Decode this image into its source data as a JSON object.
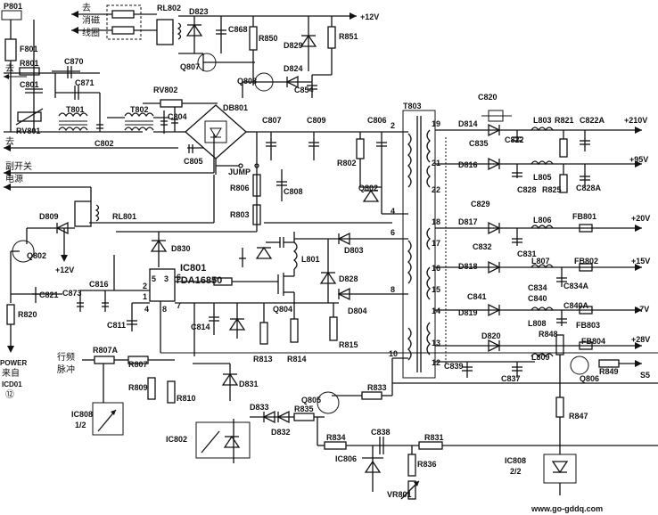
{
  "labels": {
    "P801": "P801",
    "F801": "F801",
    "R801": "R801",
    "C801": "C801",
    "RV801": "RV801",
    "C870": "C870",
    "C871": "C871",
    "T801": "T801",
    "C802": "C802",
    "T802": "T802",
    "RL802": "RL802",
    "D823": "D823",
    "C868": "C868",
    "Q807": "Q807",
    "R850": "R850",
    "D829": "D829",
    "R851": "R851",
    "Q808": "Q808",
    "D824": "D824",
    "C854": "C854",
    "RV802": "RV802",
    "C804": "C804",
    "DB801": "DB801",
    "C805": "C805",
    "JUMP": "JUMP",
    "C807": "C807",
    "C809": "C809",
    "C806": "C806",
    "R802": "R802",
    "Q802b": "Q802",
    "R806": "R806",
    "C808": "C808",
    "R803": "R803",
    "T803": "T803",
    "D809": "D809",
    "RL801": "RL801",
    "Q802": "Q802",
    "C816": "C816",
    "C873": "C873",
    "C821": "C821",
    "R820": "R820",
    "C811": "C811",
    "D830": "D830",
    "L801": "L801",
    "D803": "D803",
    "D828": "D828",
    "D804": "D804",
    "Q804": "Q804",
    "C814": "C814",
    "R813": "R813",
    "R814": "R814",
    "R815": "R815",
    "R807A": "R807A",
    "R807": "R807",
    "R809": "R809",
    "R810": "R810",
    "D831": "D831",
    "D833": "D833",
    "D832": "D832",
    "R835": "R835",
    "Q805": "Q805",
    "R833": "R833",
    "R834": "R834",
    "C838": "C838",
    "R831": "R831",
    "IC806": "IC806",
    "R836": "R836",
    "VR801": "VR801",
    "IC808a": "IC808",
    "IC808a_sub": "1/2",
    "IC802": "IC802",
    "IC808b": "IC808",
    "IC808b_sub": "2/2",
    "IC801": "IC801",
    "TDA": "TDA16850",
    "C820": "C820",
    "D814": "D814",
    "L803": "L803",
    "R821": "R821",
    "C822A": "C822A",
    "C822": "C822",
    "C835": "C835",
    "D816": "D816",
    "L805": "L805",
    "C828": "C828",
    "R825": "R825",
    "C828A": "C828A",
    "C829": "C829",
    "D817": "D817",
    "L806": "L806",
    "FB801": "FB801",
    "C831": "C831",
    "C832": "C832",
    "D818": "D818",
    "L807": "L807",
    "FB802": "FB802",
    "C834": "C834",
    "C834A": "C834A",
    "C841": "C841",
    "C840": "C840",
    "D819": "D819",
    "L808": "L808",
    "C840A": "C840A",
    "FB803": "FB803",
    "D820": "D820",
    "R848": "R848",
    "FB804": "FB804",
    "C839": "C839",
    "L809": "L809",
    "C837": "C837",
    "Q806": "Q806",
    "R849": "R849",
    "R847": "R847",
    "S5": "S5"
  },
  "pins": [
    "2",
    "4",
    "6",
    "8",
    "10",
    "19",
    "21",
    "22",
    "18",
    "17",
    "16",
    "15",
    "14",
    "13",
    "12",
    "1",
    "2",
    "3",
    "4",
    "5",
    "6",
    "7",
    "8"
  ],
  "rails": {
    "p210": "+210V",
    "p95": "+95V",
    "p20": "+20V",
    "p15": "+15V",
    "p7": "+7V",
    "p28": "+28V",
    "p12": "+12V",
    "p12b": "+12V"
  },
  "text": {
    "degauss": [
      "去",
      "消磁",
      "线圈"
    ],
    "to": "去",
    "subswitch": [
      "副开关",
      "电源"
    ],
    "power": [
      "POWER",
      "来自",
      "ICD01",
      "⑫"
    ],
    "lineFreq": [
      "行频",
      "脉冲"
    ],
    "watermark": "www.go-gddq.com"
  }
}
